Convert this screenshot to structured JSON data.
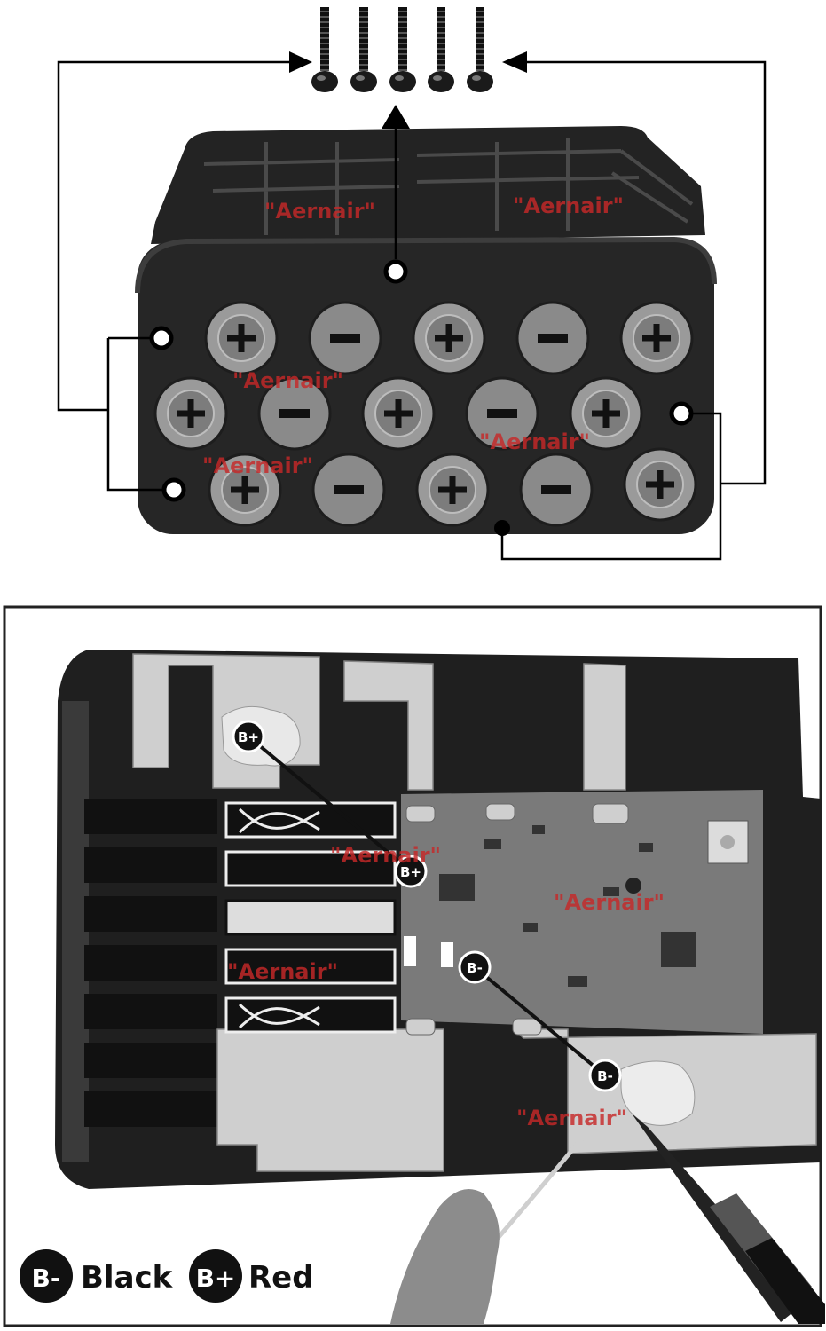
{
  "top_diagram": {
    "watermarks": [
      "\"Aernair\"",
      "\"Aernair\"",
      "\"Aernair\"",
      "\"Aernair\"",
      "\"Aernair\""
    ],
    "screw_count": 5,
    "terminal_rows": [
      [
        "+",
        "−",
        "+",
        "−",
        "+"
      ],
      [
        "+",
        "−",
        "+",
        "−",
        "+"
      ],
      [
        "+",
        "−",
        "+",
        "−",
        "+"
      ]
    ]
  },
  "bottom_photo": {
    "watermarks": [
      "\"Aernair\"",
      "\"Aernair\"",
      "\"Aernair\"",
      "\"Aernair\""
    ],
    "solder_points": [
      {
        "badge": "B+",
        "target": "B+"
      },
      {
        "badge": "B-",
        "target": "B-"
      }
    ],
    "legend": [
      {
        "badge": "B-",
        "label": "Black",
        "color": "#000000"
      },
      {
        "badge": "B+",
        "label": "Red",
        "color": "#000000"
      }
    ]
  },
  "colors": {
    "housing": "#2b2b2b",
    "cap": "#8a8a8a",
    "watermark": "#c62828",
    "metal": "#d9d9d9"
  }
}
